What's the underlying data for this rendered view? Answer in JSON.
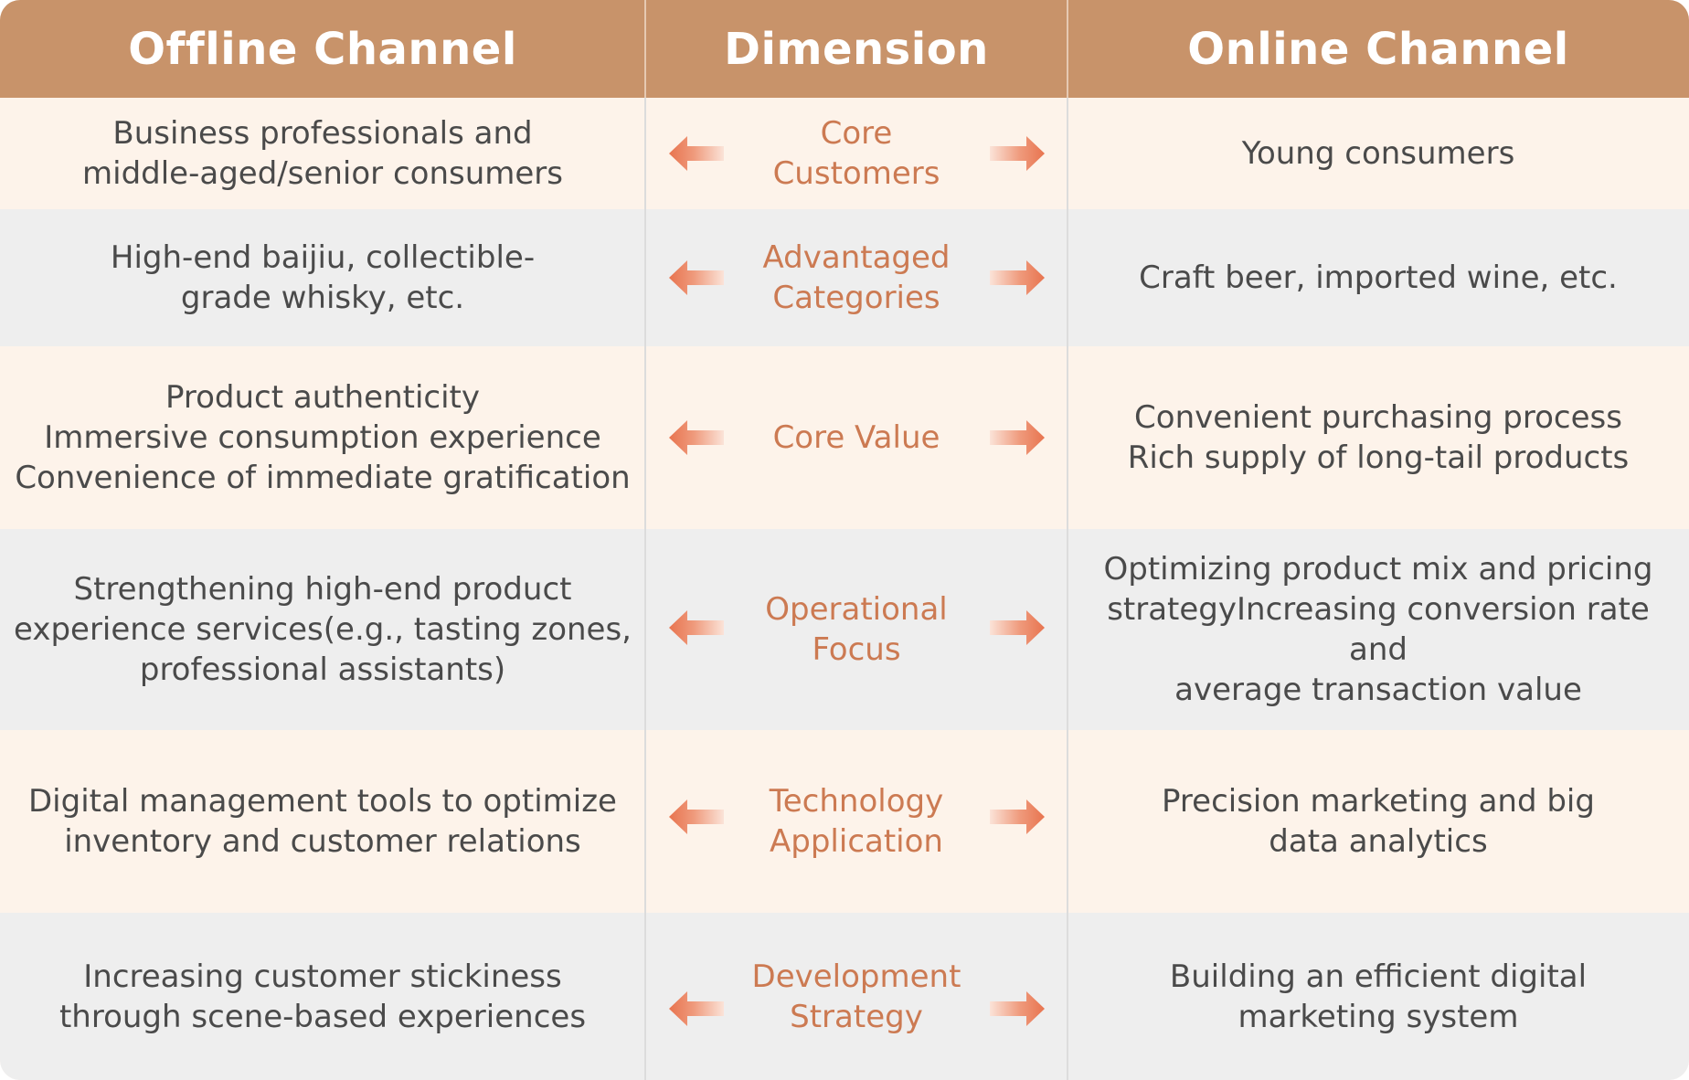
{
  "header": {
    "offline": "Offline Channel",
    "dimension": "Dimension",
    "online": "Online Channel"
  },
  "rows": [
    {
      "offline": "Business professionals and\nmiddle-aged/senior consumers",
      "dimension": "Core\nCustomers",
      "online": "Young consumers"
    },
    {
      "offline": "High-end baijiu, collectible-\ngrade whisky, etc.",
      "dimension": "Advantaged\nCategories",
      "online": "Craft beer, imported wine, etc."
    },
    {
      "offline": "Product authenticity\nImmersive consumption experience\nConvenience of immediate gratification",
      "dimension": "Core Value",
      "online": "Convenient purchasing process\nRich supply of long-tail products"
    },
    {
      "offline": "Strengthening high-end product\nexperience services(e.g., tasting zones,\nprofessional assistants)",
      "dimension": "Operational\nFocus",
      "online": "Optimizing product mix and pricing\nstrategyIncreasing conversion rate and\naverage transaction value"
    },
    {
      "offline": "Digital management tools to optimize\ninventory and customer relations",
      "dimension": "Technology\nApplication",
      "online": "Precision marketing and big\ndata analytics"
    },
    {
      "offline": "Increasing customer stickiness\nthrough scene-based experiences",
      "dimension": "Development\nStrategy",
      "online": "Building an efficient digital\nmarketing system"
    }
  ],
  "colors": {
    "header_bg": "#c8936a",
    "row_cream": "#fdf3ea",
    "row_gray": "#eeeeee",
    "dimension_text": "#cc7a52",
    "arrow": "#e8744f"
  },
  "icons": {
    "left": "arrow-left-icon",
    "right": "arrow-right-icon"
  }
}
